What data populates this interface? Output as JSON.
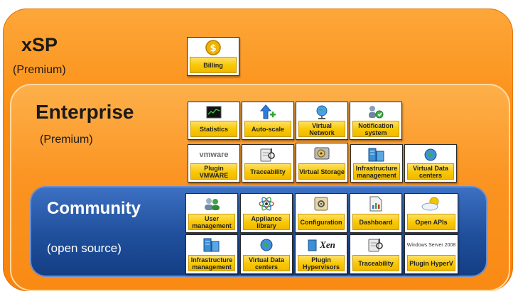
{
  "layers": {
    "xsp": {
      "title": "xSP",
      "subtitle": "(Premium)"
    },
    "enterprise": {
      "title": "Enterprise",
      "subtitle": "(Premium)"
    },
    "community": {
      "title": "Community",
      "subtitle": "(open source)"
    }
  },
  "tiles": {
    "billing": {
      "label": "Billing",
      "icon": "coin-icon"
    },
    "statistics": {
      "label": "Statistics",
      "icon": "terminal-icon"
    },
    "autoscale": {
      "label": "Auto-scale",
      "icon": "arrow-up-plus-icon"
    },
    "virtual_network": {
      "label": "Virtual Network",
      "icon": "globe-stand-icon"
    },
    "notification_system": {
      "label": "Notification system",
      "icon": "people-gear-icon"
    },
    "plugin_vmware": {
      "label": "Plugin VMWARE",
      "logo": "vmware",
      "icon": "vmware-logo"
    },
    "traceability_ent": {
      "label": "Traceability",
      "icon": "stethoscope-icon"
    },
    "virtual_storage": {
      "label": "Virtual Storage",
      "icon": "disk-drive-icon"
    },
    "infrastructure_ent": {
      "label": "Infrastructure management",
      "icon": "server-rack-icon"
    },
    "virtual_dc_ent": {
      "label": "Virtual Data centers",
      "icon": "globe-icon"
    },
    "user_management": {
      "label": "User management",
      "icon": "users-icon"
    },
    "appliance_library": {
      "label": "Appliance library",
      "icon": "atom-icon"
    },
    "configuration": {
      "label": "Configuration",
      "icon": "settings-panel-icon"
    },
    "dashboard": {
      "label": "Dashboard",
      "icon": "document-chart-icon"
    },
    "open_apis": {
      "label": "Open APIs",
      "icon": "cloud-sun-icon"
    },
    "infrastructure_com": {
      "label": "Infrastructure management",
      "icon": "server-rack-icon"
    },
    "virtual_dc_com": {
      "label": "Virtual Data centers",
      "icon": "globe-icon"
    },
    "plugin_hypervisors": {
      "label": "Plugin Hypervisors",
      "logo": "Xen",
      "icon": "xen-logo"
    },
    "traceability_com": {
      "label": "Traceability",
      "icon": "stethoscope-icon"
    },
    "plugin_hyperv": {
      "label": "Plugin HyperV",
      "logo": "Windows Server 2008",
      "icon": "windows-logo"
    }
  }
}
